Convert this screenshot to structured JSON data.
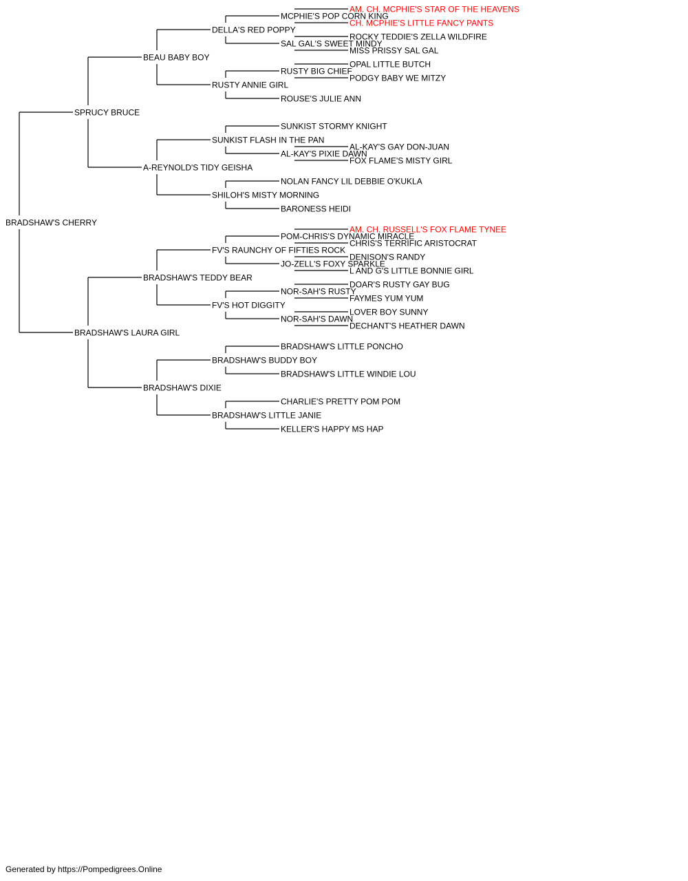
{
  "colors": {
    "line": "#000000",
    "text": "#000000",
    "champion": "#ff0000"
  },
  "subject": {
    "name": "BRADSHAW'S CHERRY",
    "sire": {
      "name": "SPRUCY BRUCE",
      "sire": {
        "name": "BEAU BABY BOY",
        "sire": {
          "name": "DELLA'S RED POPPY",
          "sire": {
            "name": "MCPHIE'S POP CORN KING",
            "sire": {
              "name": "AM. CH. MCPHIE'S STAR OF THE HEAVENS",
              "champion": true
            },
            "dam": {
              "name": "CH. MCPHIE'S LITTLE FANCY PANTS",
              "champion": true
            }
          },
          "dam": {
            "name": "SAL GAL'S SWEET MINDY",
            "sire": {
              "name": "ROCKY TEDDIE'S ZELLA WILDFIRE"
            },
            "dam": {
              "name": "MISS PRISSY SAL GAL"
            }
          }
        },
        "dam": {
          "name": "RUSTY ANNIE GIRL",
          "sire": {
            "name": "RUSTY BIG CHIEF",
            "sire": {
              "name": "OPAL LITTLE BUTCH"
            },
            "dam": {
              "name": "PODGY BABY WE MITZY"
            }
          },
          "dam": {
            "name": "ROUSE'S JULIE ANN"
          }
        }
      },
      "dam": {
        "name": "A-REYNOLD'S TIDY GEISHA",
        "sire": {
          "name": "SUNKIST FLASH IN THE PAN",
          "sire": {
            "name": "SUNKIST STORMY KNIGHT"
          },
          "dam": {
            "name": "AL-KAY'S PIXIE DAWN",
            "sire": {
              "name": "AL-KAY'S GAY DON-JUAN"
            },
            "dam": {
              "name": "FOX FLAME'S MISTY GIRL"
            }
          }
        },
        "dam": {
          "name": "SHILOH'S MISTY MORNING",
          "sire": {
            "name": "NOLAN FANCY LIL DEBBIE O'KUKLA"
          },
          "dam": {
            "name": "BARONESS HEIDI"
          }
        }
      }
    },
    "dam": {
      "name": "BRADSHAW'S LAURA GIRL",
      "sire": {
        "name": "BRADSHAW'S TEDDY BEAR",
        "sire": {
          "name": "FV'S RAUNCHY OF FIFTIES ROCK",
          "sire": {
            "name": "POM-CHRIS'S DYNAMIC MIRACLE",
            "sire": {
              "name": "AM. CH. RUSSELL'S FOX FLAME TYNEE",
              "champion": true
            },
            "dam": {
              "name": "CHRIS'S TERRIFIC ARISTOCRAT"
            }
          },
          "dam": {
            "name": "JO-ZELL'S FOXY SPARKLE",
            "sire": {
              "name": "DENISON'S RANDY"
            },
            "dam": {
              "name": "L AND G'S LITTLE BONNIE GIRL"
            }
          }
        },
        "dam": {
          "name": "FV'S HOT DIGGITY",
          "sire": {
            "name": "NOR-SAH'S RUSTY",
            "sire": {
              "name": "DOAR'S RUSTY GAY BUG"
            },
            "dam": {
              "name": "FAYMES YUM YUM"
            }
          },
          "dam": {
            "name": "NOR-SAH'S DAWN",
            "sire": {
              "name": "LOVER BOY SUNNY"
            },
            "dam": {
              "name": "DECHANT'S HEATHER DAWN"
            }
          }
        }
      },
      "dam": {
        "name": "BRADSHAW'S DIXIE",
        "sire": {
          "name": "BRADSHAW'S BUDDY BOY",
          "sire": {
            "name": "BRADSHAW'S LITTLE PONCHO"
          },
          "dam": {
            "name": "BRADSHAW'S LITTLE WINDIE LOU"
          }
        },
        "dam": {
          "name": "BRADSHAW'S LITTLE JANIE",
          "sire": {
            "name": "CHARLIE'S PRETTY POM POM"
          },
          "dam": {
            "name": "KELLER'S HAPPY MS HAP"
          }
        }
      }
    }
  },
  "footer": "Generated by https://Pompedigrees.Online"
}
